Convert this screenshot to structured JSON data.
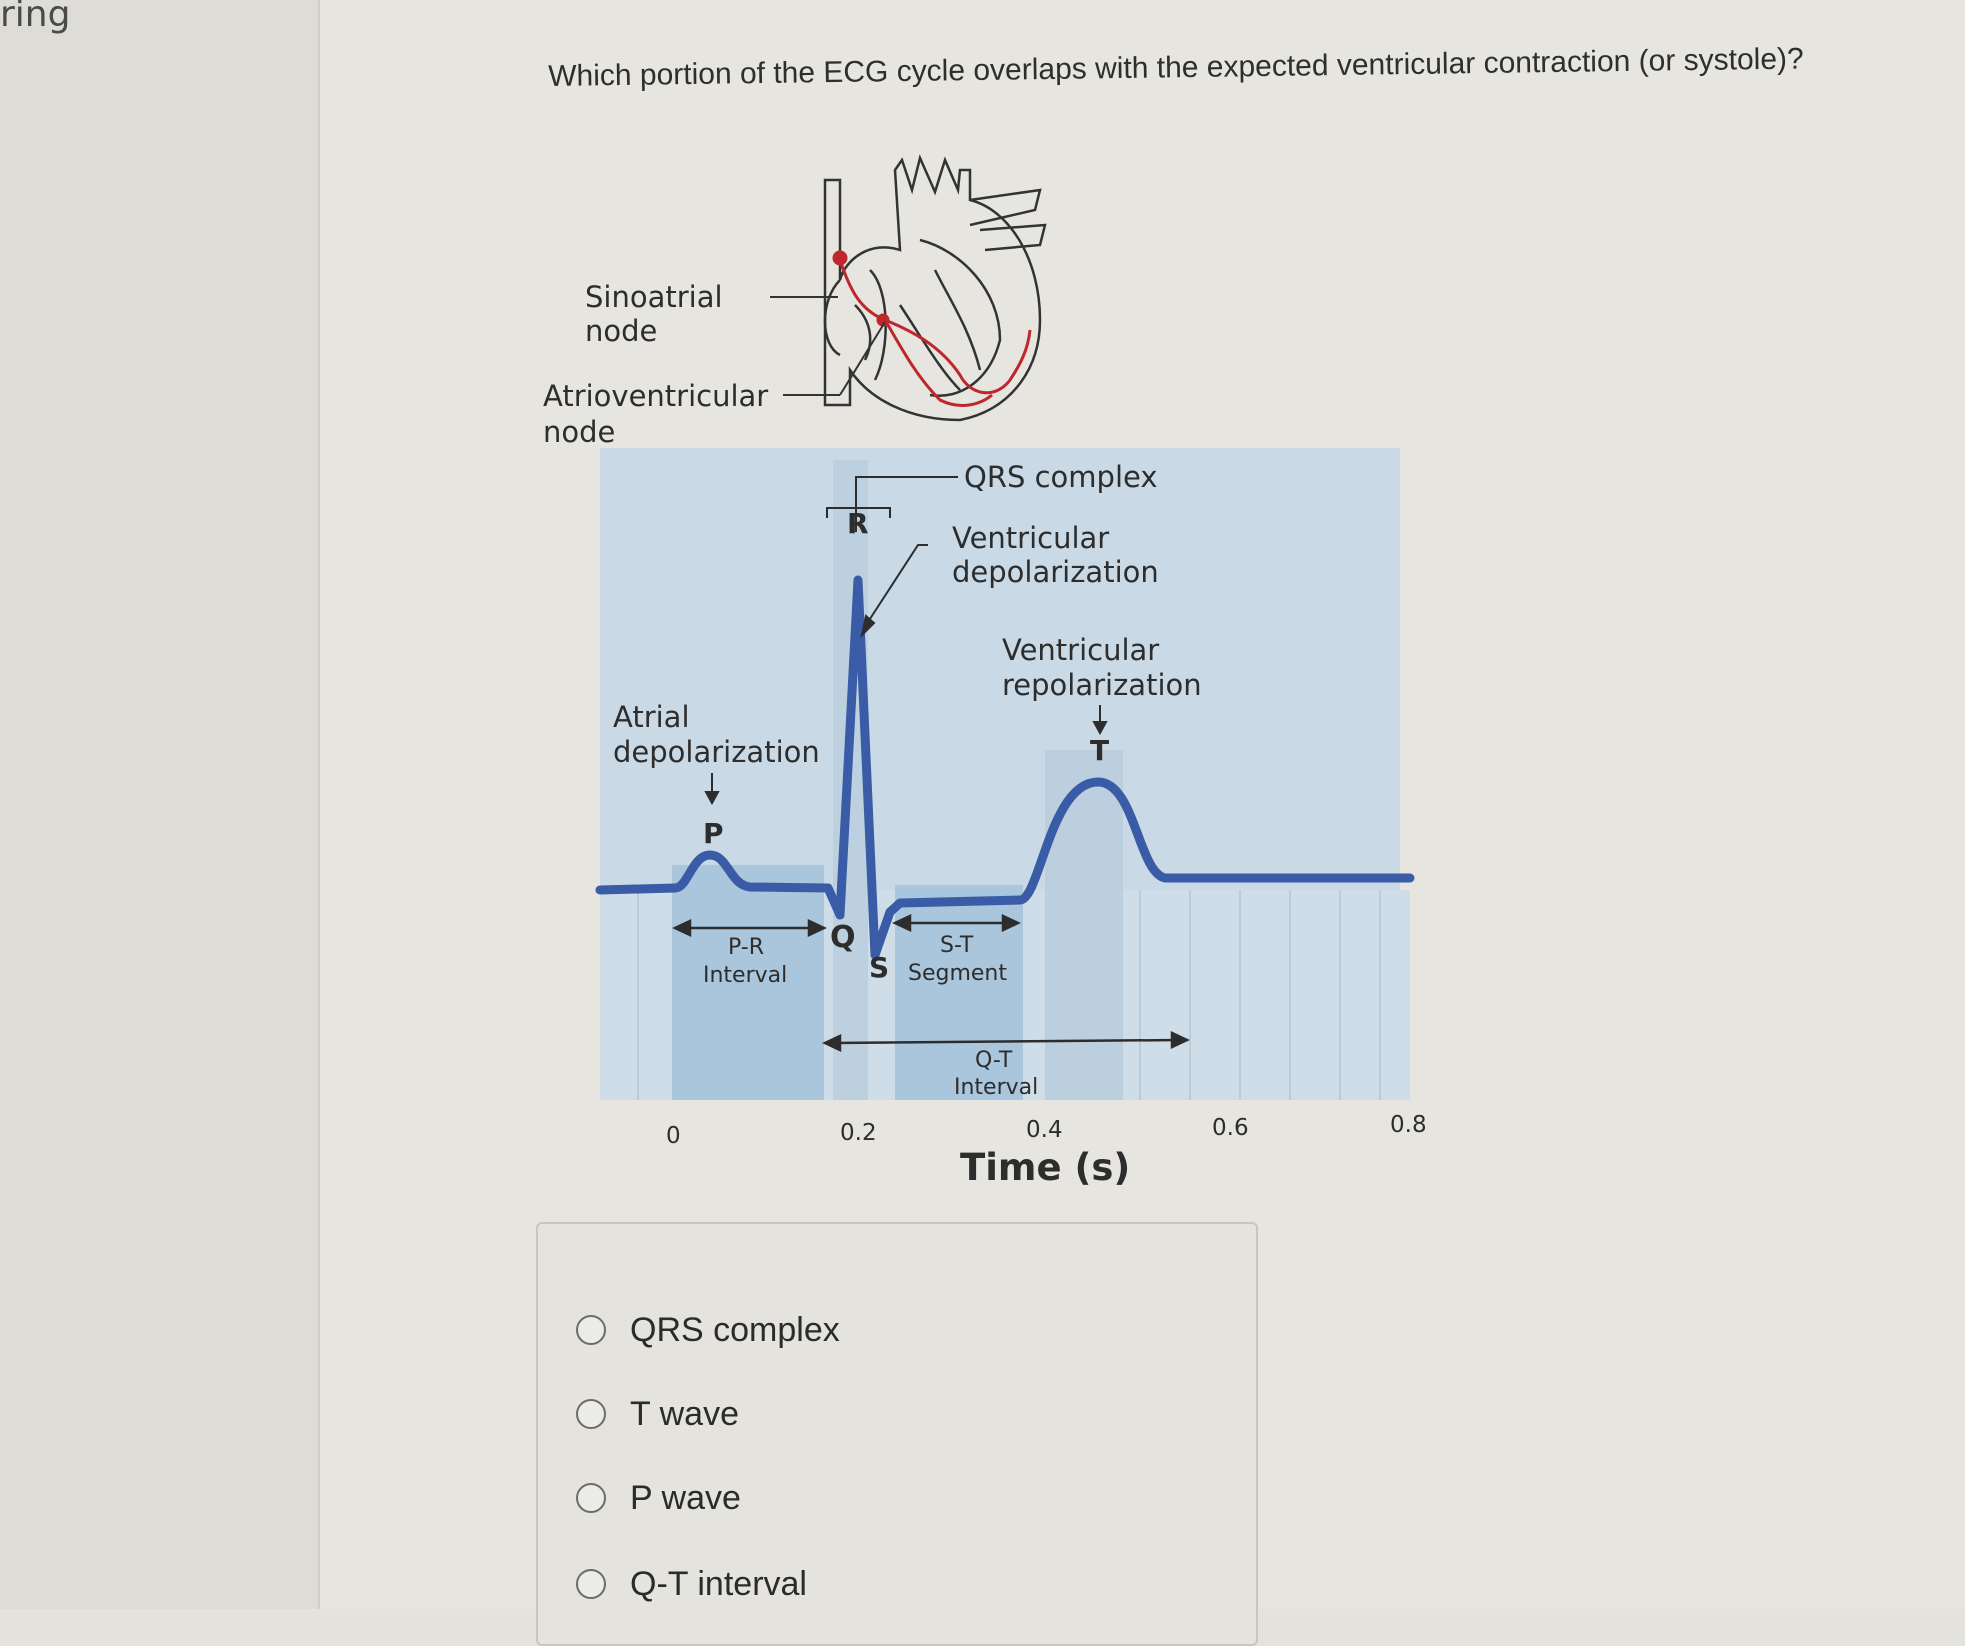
{
  "sidebar": {
    "text": "ring"
  },
  "question": {
    "text": "Which portion of the ECG cycle overlaps with the expected ventricular contraction (or systole)?"
  },
  "figure": {
    "heart_labels": {
      "sa_line1": "Sinoatrial",
      "sa_line2": "node",
      "av_line1": "Atrioventricular",
      "av_line2": "node"
    },
    "wave_labels": {
      "qrs_complex": "QRS complex",
      "r": "R",
      "q": "Q",
      "s": "S",
      "p": "P",
      "t": "T",
      "vdep1": "Ventricular",
      "vdep2": "depolarization",
      "vrep1": "Ventricular",
      "vrep2": "repolarization",
      "adep1": "Atrial",
      "adep2": "depolarization",
      "pr1": "P-R",
      "pr2": "Interval",
      "st1": "S-T",
      "st2": "Segment",
      "qt1": "Q-T",
      "qt2": "Interval"
    },
    "axis": {
      "ticks": [
        "0",
        "0.2",
        "0.4",
        "0.6",
        "0.8"
      ],
      "xlabel": "Time (s)"
    },
    "colors": {
      "trace": "#3a5ba6",
      "panel": "#c9dae6",
      "band": "#a9c6dc"
    }
  },
  "answers": {
    "options": [
      {
        "label": "QRS complex"
      },
      {
        "label": "T wave"
      },
      {
        "label": "P wave"
      },
      {
        "label": "Q-T interval"
      }
    ]
  }
}
